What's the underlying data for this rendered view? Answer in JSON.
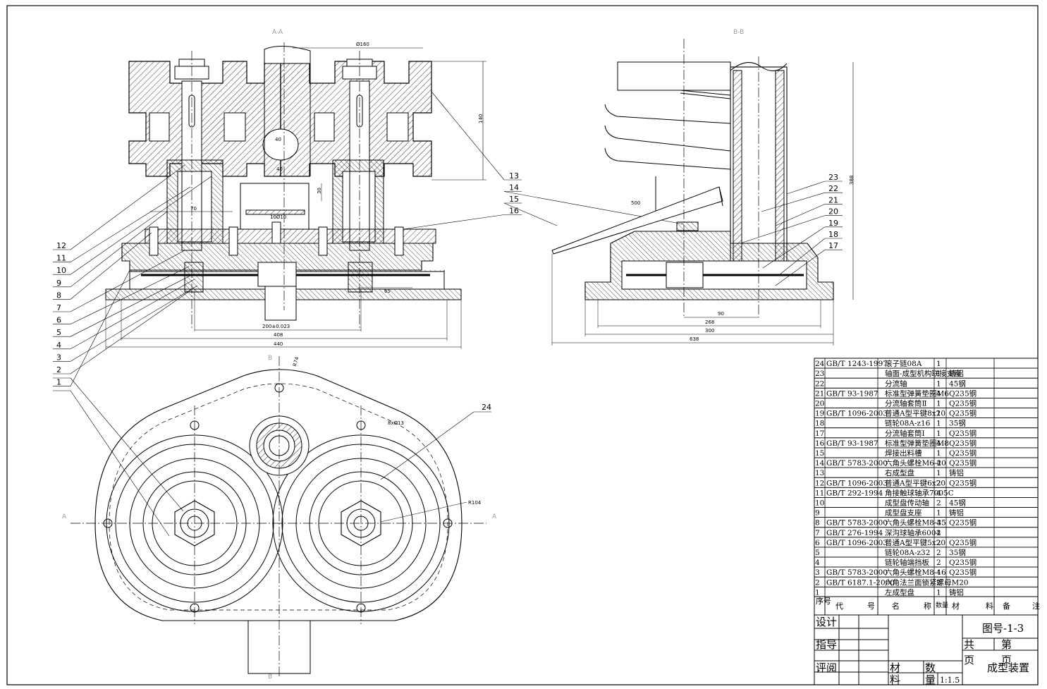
{
  "views": {
    "section_aa": "A-A",
    "section_bb": "B-B",
    "marker_a": "A",
    "marker_b": "B"
  },
  "dims": {
    "phi160": "Ø160",
    "d140": "140",
    "d40a": "40",
    "d40b": "40",
    "d30": "30",
    "d70": "70",
    "d1010": "10Ø10",
    "d200": "200±0.023",
    "d408": "408",
    "d440": "440",
    "d65": "65",
    "d500": "500",
    "d90": "90",
    "d268": "268",
    "d300": "300",
    "d638": "638",
    "d8x13": "8xØ13",
    "r104": "R104",
    "r74": "R74",
    "d388": "388"
  },
  "leaders_left": [
    "12",
    "11",
    "10",
    "9",
    "8",
    "7",
    "6",
    "5",
    "4",
    "3",
    "2",
    "1"
  ],
  "leaders_right": [
    "13",
    "14",
    "15",
    "16"
  ],
  "leaders_b": [
    "23",
    "22",
    "21",
    "20",
    "19",
    "18",
    "17"
  ],
  "leader_24": "24",
  "bom": [
    {
      "no": "24",
      "code": "GB/T 1243-1997",
      "name": "滚子链08A",
      "qty": "1",
      "mat": "",
      "note": ""
    },
    {
      "no": "23",
      "code": "",
      "name": "轴面-成型机构联接支座",
      "qty": "1",
      "mat": "铸铝",
      "note": ""
    },
    {
      "no": "22",
      "code": "",
      "name": "分流轴",
      "qty": "1",
      "mat": "45钢",
      "note": ""
    },
    {
      "no": "21",
      "code": "GB/T 93-1987",
      "name": "标准型弹簧垫圈M6",
      "qty": "4",
      "mat": "Q235钢",
      "note": ""
    },
    {
      "no": "20",
      "code": "",
      "name": "分流轴套筒Ⅱ",
      "qty": "1",
      "mat": "Q235钢",
      "note": ""
    },
    {
      "no": "19",
      "code": "GB/T 1096-2003",
      "name": "普通A型平键8x20",
      "qty": "1",
      "mat": "Q235钢",
      "note": ""
    },
    {
      "no": "18",
      "code": "",
      "name": "链轮08A-z16",
      "qty": "1",
      "mat": "35钢",
      "note": ""
    },
    {
      "no": "17",
      "code": "",
      "name": "分流轴套筒Ⅰ",
      "qty": "1",
      "mat": "Q235钢",
      "note": ""
    },
    {
      "no": "16",
      "code": "GB/T 93-1987",
      "name": "标准型弹簧垫圈M8",
      "qty": "4",
      "mat": "Q235钢",
      "note": ""
    },
    {
      "no": "15",
      "code": "",
      "name": "焊接出料槽",
      "qty": "1",
      "mat": "Q235钢",
      "note": ""
    },
    {
      "no": "14",
      "code": "GB/T 5783-2000",
      "name": "六角头螺栓M6-20",
      "qty": "4",
      "mat": "Q235钢",
      "note": ""
    },
    {
      "no": "13",
      "code": "",
      "name": "右成型盘",
      "qty": "1",
      "mat": "铸铝",
      "note": ""
    },
    {
      "no": "12",
      "code": "GB/T 1096-2003",
      "name": "普通A型平键6x20",
      "qty": "2",
      "mat": "Q235钢",
      "note": ""
    },
    {
      "no": "11",
      "code": "GB/T 292-1994",
      "name": "角接触球轴承7005C",
      "qty": "4",
      "mat": "",
      "note": ""
    },
    {
      "no": "10",
      "code": "",
      "name": "成型盘传动轴",
      "qty": "2",
      "mat": "45钢",
      "note": ""
    },
    {
      "no": "9",
      "code": "",
      "name": "成型盘支座",
      "qty": "1",
      "mat": "铸铝",
      "note": ""
    },
    {
      "no": "8",
      "code": "GB/T 5783-2000",
      "name": "六角头螺栓M8-35",
      "qty": "4",
      "mat": "Q235钢",
      "note": ""
    },
    {
      "no": "7",
      "code": "GB/T 276-1994",
      "name": "深沟球轴承6004",
      "qty": "2",
      "mat": "",
      "note": ""
    },
    {
      "no": "6",
      "code": "GB/T 1096-2003",
      "name": "普通A型平键5x20",
      "qty": "2",
      "mat": "Q235钢",
      "note": ""
    },
    {
      "no": "5",
      "code": "",
      "name": "链轮08A-z32",
      "qty": "2",
      "mat": "35钢",
      "note": ""
    },
    {
      "no": "4",
      "code": "",
      "name": "链轮轴端挡板",
      "qty": "2",
      "mat": "Q235钢",
      "note": ""
    },
    {
      "no": "3",
      "code": "GB/T 5783-2000",
      "name": "六角头螺栓M8-16",
      "qty": "4",
      "mat": "Q235钢",
      "note": ""
    },
    {
      "no": "2",
      "code": "GB/T 6187.1-2000",
      "name": "六角法兰面锁紧螺母M20",
      "qty": "2",
      "mat": "",
      "note": ""
    },
    {
      "no": "1",
      "code": "",
      "name": "左成型盘",
      "qty": "1",
      "mat": "铸铝",
      "note": ""
    }
  ],
  "bom_header": {
    "no": "序号",
    "code_a": "代",
    "code_b": "号",
    "name_a": "名",
    "name_b": "称",
    "qty": "数量",
    "mat_a": "材",
    "mat_b": "料",
    "note_a": "备",
    "note_b": "注"
  },
  "title_block": {
    "design": "设计",
    "guide": "指导",
    "review": "评阅",
    "drawing_no": "图号-1-3",
    "total": "共",
    "sheet": "第",
    "page_a": "页",
    "page_b": "页",
    "drawing_name": "成型装置",
    "material_a": "材",
    "material_b": "料",
    "qty_a": "数",
    "qty_b": "量",
    "scale": "1:1.5"
  }
}
